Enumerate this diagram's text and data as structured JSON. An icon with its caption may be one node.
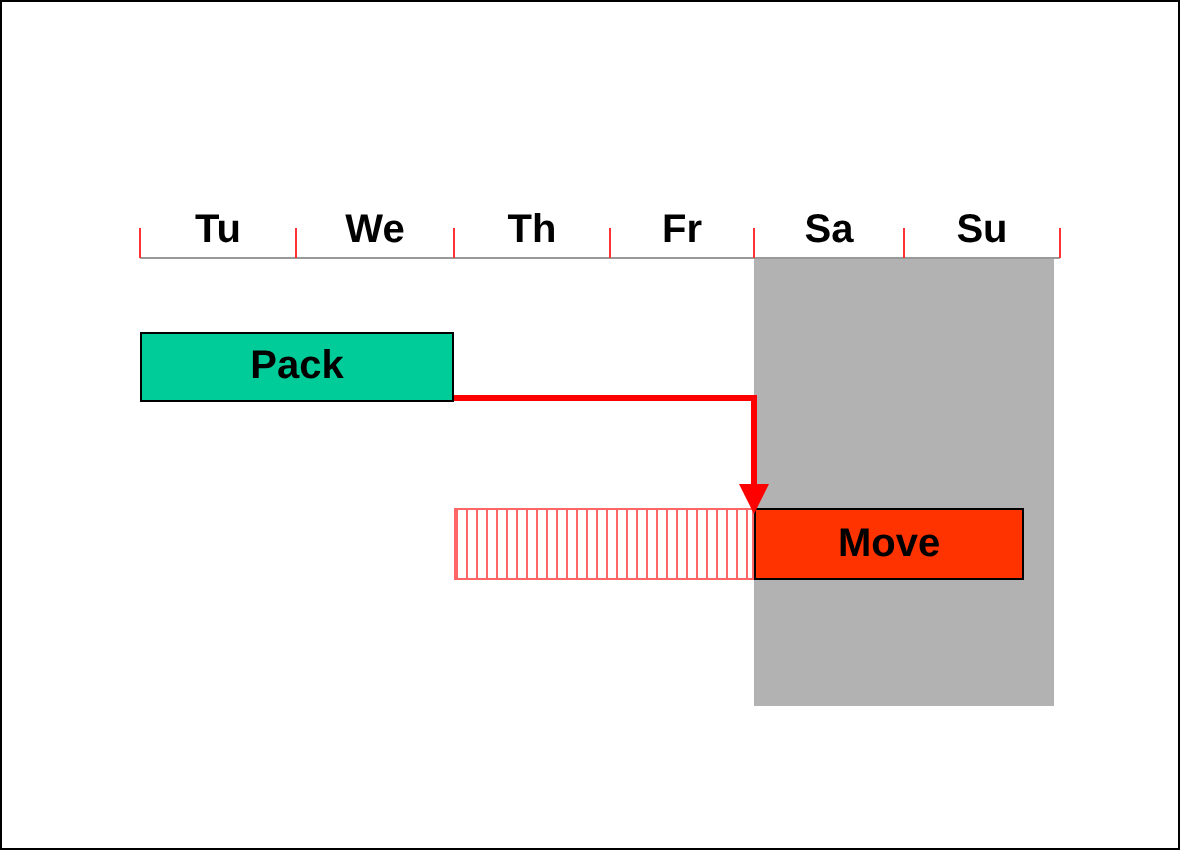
{
  "diagram": {
    "nodes": [
      {
        "text": [
          "Pack"
        ]
      },
      {
        "text": [],
        "shape": "bar"
      },
      {
        "text": [
          "Move"
        ]
      }
    ],
    "edges": [
      {
        "from": 0,
        "to": 2,
        "arrow": "to",
        "color": "#ff0000"
      }
    ],
    "labels": [
      "Tu",
      "We",
      "Th",
      "Fr",
      "Sa",
      "Su"
    ]
  }
}
